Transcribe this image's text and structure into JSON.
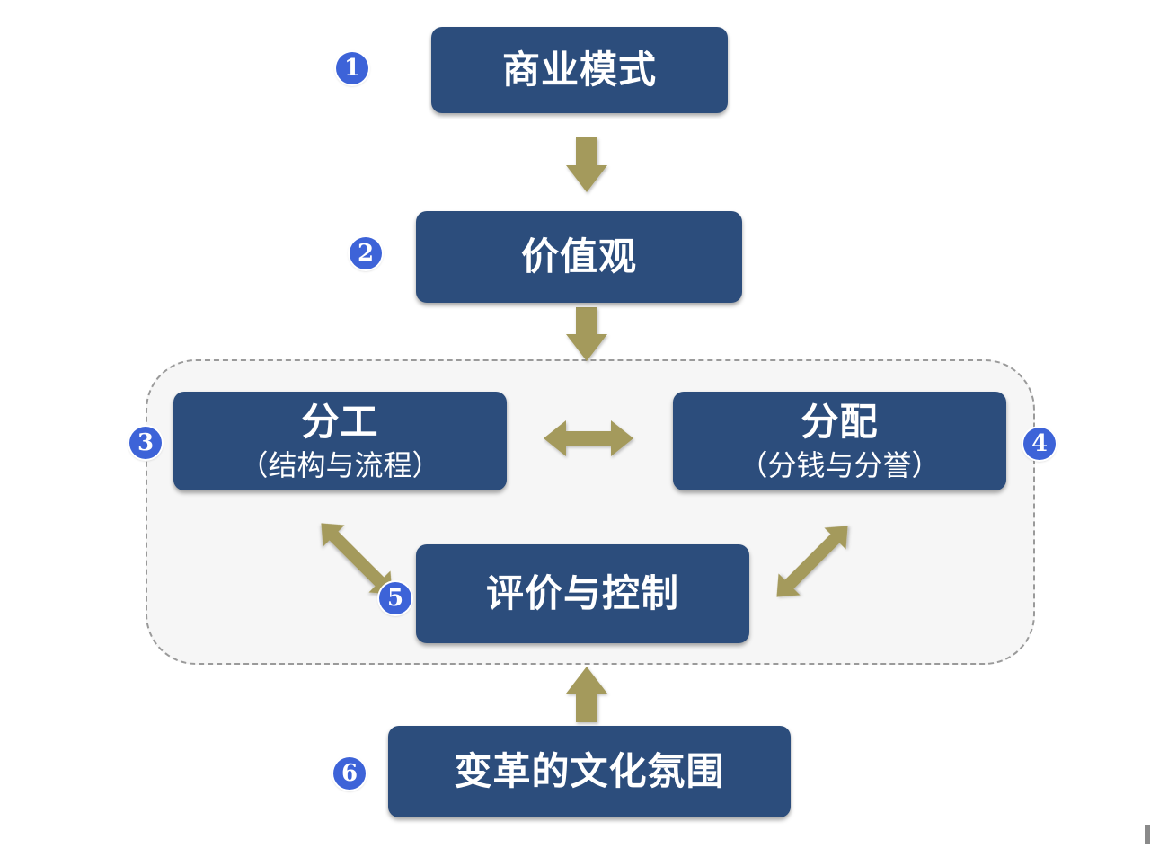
{
  "diagram": {
    "nodes": {
      "business_model": {
        "label": "商业模式",
        "badge": "1"
      },
      "values": {
        "label": "价值观",
        "badge": "2"
      },
      "division": {
        "label": "分工",
        "sub": "（结构与流程）",
        "badge": "3"
      },
      "distribution": {
        "label": "分配",
        "sub": "（分钱与分誉）",
        "badge": "4"
      },
      "evaluation": {
        "label": "评价与控制",
        "badge": "5"
      },
      "culture": {
        "label": "变革的文化氛围",
        "badge": "6"
      }
    },
    "colors": {
      "box": "#2c4d7c",
      "arrow": "#a49a5c",
      "badge": "#3d63d8",
      "frame": "#9a9a9a"
    }
  }
}
